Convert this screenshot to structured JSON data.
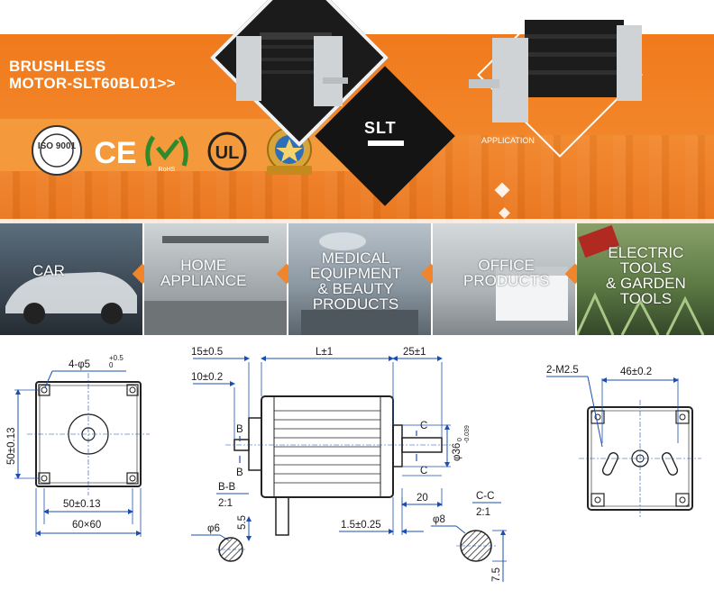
{
  "banner": {
    "title_line1": "BRUSHLESS",
    "title_line2": "MOTOR-SLT60BL01>>",
    "brand": "SLT",
    "application_label": "APPLICATION",
    "certifications": [
      {
        "icon": "iso-9001-seal-icon",
        "text": "ISO 9001"
      },
      {
        "icon": "ce-mark-icon",
        "text": "CE"
      },
      {
        "icon": "rohs-badge-icon",
        "text": "RoHS"
      },
      {
        "icon": "ul-mark-icon",
        "text": "UL"
      },
      {
        "icon": "golden-supplier-badge-icon",
        "text": ""
      }
    ]
  },
  "applications": [
    {
      "line1": "CAR",
      "line2": "",
      "line3": "",
      "line4": ""
    },
    {
      "line1": "HOME",
      "line2": "APPLIANCE",
      "line3": "",
      "line4": ""
    },
    {
      "line1": "MEDICAL",
      "line2": "EQUIPMENT",
      "line3": "& BEAUTY",
      "line4": "PRODUCTS"
    },
    {
      "line1": "OFFICE",
      "line2": "PRODUCTS",
      "line3": "",
      "line4": ""
    },
    {
      "line1": "ELECTRIC",
      "line2": "TOOLS",
      "line3": "& GARDEN",
      "line4": "TOOLS"
    }
  ],
  "drawing": {
    "front": {
      "hole_label": "4-φ5",
      "hole_tol_upper": "+0.5",
      "hole_tol_lower": "0",
      "height_dim": "50±0.13",
      "inner_dim": "50±0.13",
      "outer_dim": "60×60"
    },
    "side": {
      "dim_flange": "15±0.5",
      "dim_length": "L±1",
      "dim_shaft": "25±1",
      "dim_shoulder": "10±0.2",
      "label_b": "B",
      "label_c": "C",
      "dim_boss": "φ36",
      "dim_boss_tol_upper": "0",
      "dim_boss_tol_lower": "-0.039",
      "section_bb": "B-B",
      "scale_bb": "2:1",
      "section_cc": "C-C",
      "scale_cc": "2:1",
      "dim_20": "20",
      "dim_55": "5.5",
      "dim_15": "1.5±0.25",
      "dim_phi6": "φ6",
      "dim_phi8": "φ8",
      "dim_75": "7.5"
    },
    "rear": {
      "thread_label": "2-M2.5",
      "dim_46": "46±0.2"
    }
  }
}
